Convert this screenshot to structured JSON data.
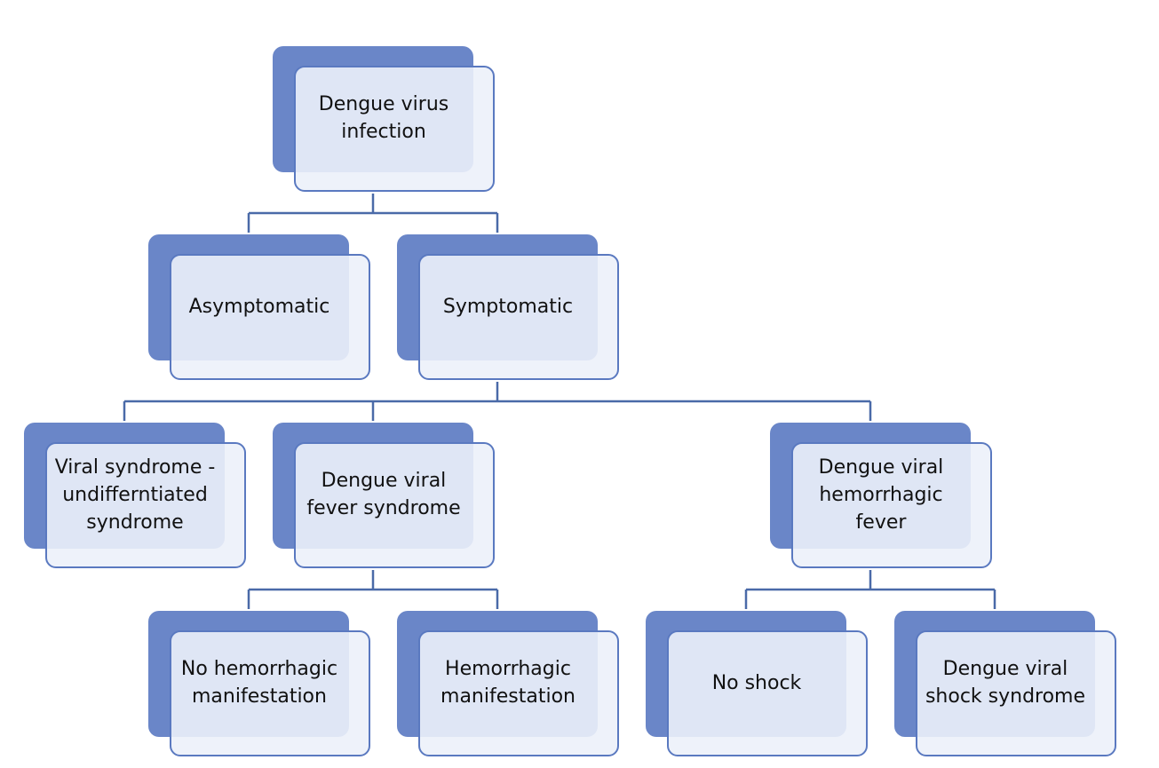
{
  "diagram": {
    "nodes": {
      "dengue_virus_infection": "Dengue virus\ninfection",
      "asymptomatic": "Asymptomatic",
      "symptomatic": "Symptomatic",
      "viral_syndrome": "Viral syndrome -\nundifferntiated\nsyndrome",
      "dengue_viral_fever_syndrome": "Dengue viral\nfever syndrome",
      "dengue_viral_hemorrhagic_fever": "Dengue viral\nhemorrhagic\nfever",
      "no_hemorrhagic_manifestation": "No hemorrhagic\nmanifestation",
      "hemorrhagic_manifestation": "Hemorrhagic\nmanifestation",
      "no_shock": "No shock",
      "dengue_viral_shock_syndrome": "Dengue viral\nshock syndrome"
    },
    "colors": {
      "back_fill": "#6a86c8",
      "front_fill": "#ecf1fa",
      "border": "#5a79c0",
      "connector": "#4a6aa8"
    }
  }
}
